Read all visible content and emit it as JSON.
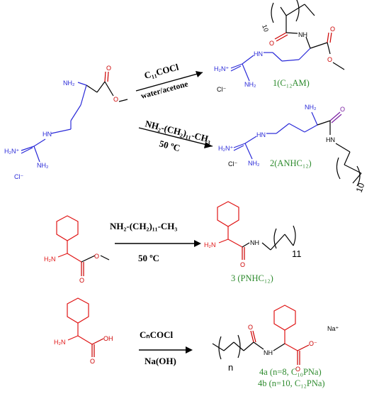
{
  "colors": {
    "arginine": "#2a2ad8",
    "phenylglycine": "#e01515",
    "label_green": "#2e8b2e",
    "oxygen": "#cc0000",
    "bond": "#000000",
    "amide_o": "#7a1fa2"
  },
  "reactions": {
    "r1": {
      "reagent": "C₁₁COCl",
      "solvent": "water/acetone"
    },
    "r2": {
      "reagent": "NH₂-(CH₂)₁₁-CH₃",
      "temp": "50 ºC"
    },
    "r3": {
      "reagent": "NH₂-(CH₂)₁₁-CH₃",
      "temp": "50 ºC"
    },
    "r4": {
      "reagent": "CₙCOCl",
      "base": "Na(OH)"
    }
  },
  "products": {
    "p1": "1(C₁₂AM)",
    "p2": "2(ANHC₁₂)",
    "p3": "3 (PNHC₁₂)",
    "p4a": "4a (n=8, C₁₀PNa)",
    "p4b": "4b (n=10, C₁₂PNa)"
  },
  "subscripts": {
    "s10": "10",
    "s10b": "10",
    "s11": "11",
    "n": "n"
  },
  "atoms": {
    "nh2": "NH₂",
    "h2n": "H₂N",
    "nh": "NH",
    "hn": "HN",
    "o": "O",
    "oh": "OH",
    "h2n_plus": "H₂N⁺",
    "cl_minus": "Cl⁻",
    "na_plus": "Na⁺",
    "o_minus": "O⁻"
  }
}
